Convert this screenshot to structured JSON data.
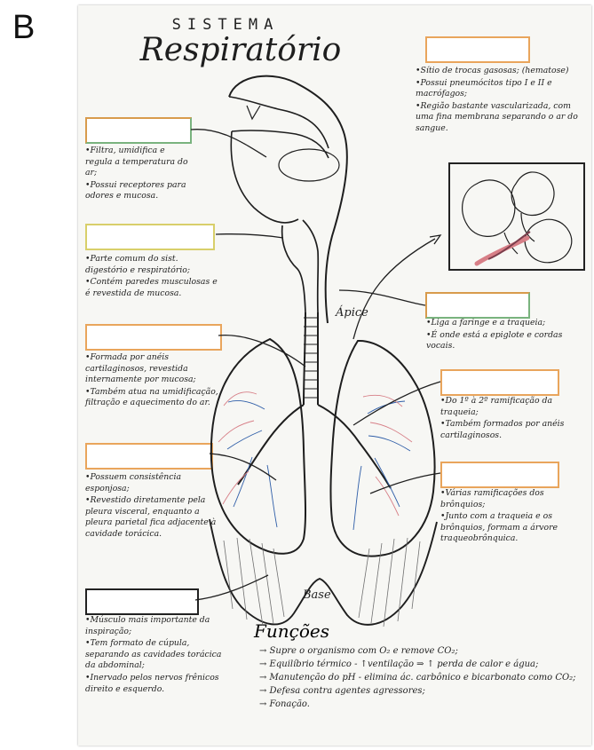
{
  "panel_label": "B",
  "title": {
    "line1": "SISTEMA",
    "line2": "Respiratório"
  },
  "diagram_labels": {
    "apex": "Ápice",
    "base": "Base"
  },
  "notes": {
    "upper_right": [
      "•Sítio de trocas gasosas; (hematose)",
      "•Possui pneumócitos tipo I e II e macrófagos;",
      "•Região bastante vascularizada, com uma fina membrana separando o ar do sangue."
    ],
    "nasal": [
      "•Filtra, umidifica e regula a temperatura do ar;",
      "•Possui receptores para odores e mucosa."
    ],
    "pharynx": [
      "•Parte comum do sist. digestório e respiratório;",
      "•Contém paredes musculosas e é revestida de mucosa."
    ],
    "larynx": [
      "•Liga a faringe e a traqueia;",
      "•É onde está a epiglote e cordas vocais."
    ],
    "trachea": [
      "•Formada por anéis cartilaginosos, revestida internamente por mucosa;",
      "•Também atua na umidificação, filtração e aquecimento do ar."
    ],
    "bronchi": [
      "•Do 1º à 2º ramificação da traqueia;",
      "•Também formados por anéis cartilaginosos."
    ],
    "lungs": [
      "•Possuem consistência esponjosa;",
      "•Revestido diretamente pela pleura visceral, enquanto a pleura parietal fica adjacente à cavidade torácica."
    ],
    "bronchioles": [
      "•Várias ramificações dos brônquios;",
      "•Junto com a traqueia e os brônquios, formam a árvore traqueobrônquica."
    ],
    "diaphragm": [
      "•Músculo mais importante da inspiração;",
      "•Tem formato de cúpula, separando as cavidades torácica da abdominal;",
      "•Inervado pelos nervos frênicos direito e esquerdo."
    ]
  },
  "functions": {
    "title": "Funções",
    "items": [
      "→ Supre o organismo com O₂ e remove CO₂;",
      "→ Equilíbrio térmico - ↑ventilação ⇒ ↑ perda de calor e água;",
      "→ Manutenção do pH - elimina ác. carbônico e bicarbonato como CO₂;",
      "→ Defesa contra agentes agressores;",
      "→ Fonação."
    ]
  },
  "colors": {
    "orange_box": "#e9a55c",
    "yellow_box": "#d8cf6a",
    "green_box": "#79b37e",
    "pink_vessel": "#d77f87"
  }
}
